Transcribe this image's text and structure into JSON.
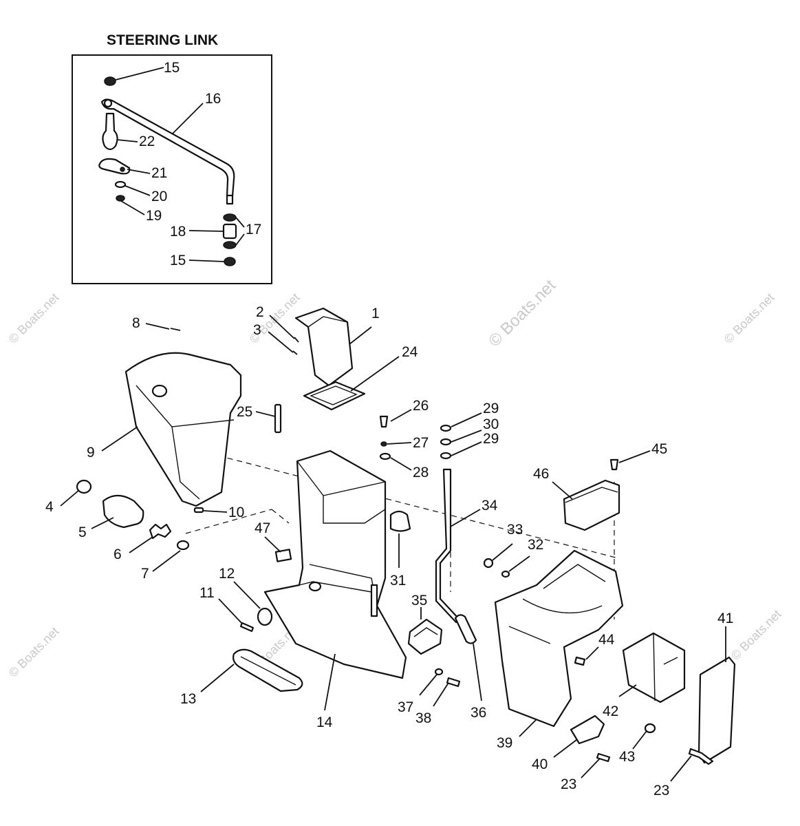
{
  "inset": {
    "title": "STEERING LINK"
  },
  "watermark": {
    "text": "© Boats.net"
  },
  "callouts": {
    "n1": "1",
    "n2": "2",
    "n3": "3",
    "n4": "4",
    "n5": "5",
    "n6": "6",
    "n7": "7",
    "n8": "8",
    "n9": "9",
    "n10": "10",
    "n11": "11",
    "n12": "12",
    "n13": "13",
    "n14": "14",
    "n15a": "15",
    "n15b": "15",
    "n16": "16",
    "n17": "17",
    "n18": "18",
    "n19": "19",
    "n20": "20",
    "n21": "21",
    "n22": "22",
    "n23a": "23",
    "n23b": "23",
    "n24": "24",
    "n25": "25",
    "n26": "26",
    "n27": "27",
    "n28": "28",
    "n29a": "29",
    "n29b": "29",
    "n30": "30",
    "n31": "31",
    "n32": "32",
    "n33": "33",
    "n34": "34",
    "n35": "35",
    "n36": "36",
    "n37": "37",
    "n38": "38",
    "n39": "39",
    "n40": "40",
    "n41": "41",
    "n42": "42",
    "n43": "43",
    "n44": "44",
    "n45": "45",
    "n46": "46",
    "n47": "47"
  }
}
